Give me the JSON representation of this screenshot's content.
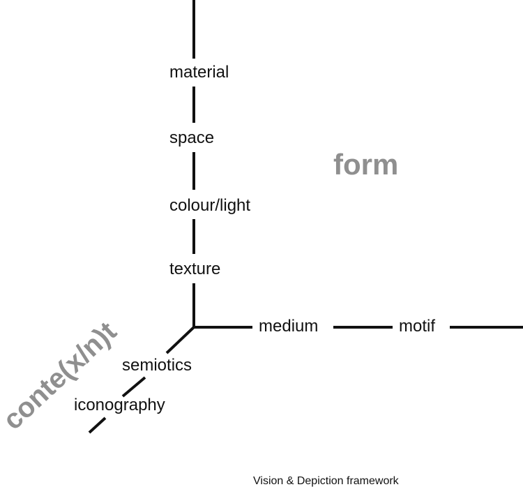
{
  "vertical_axis": {
    "terms": [
      "material",
      "space",
      "colour/light",
      "texture"
    ]
  },
  "horizontal_axis": {
    "terms": [
      "medium",
      "motif"
    ]
  },
  "diagonal_axis": {
    "terms": [
      "semiotics",
      "iconography"
    ]
  },
  "dimension_labels": {
    "form": "form",
    "context": "conte(x/n)t"
  },
  "caption": "Vision & Depiction framework",
  "colors": {
    "axis_line": "#111111",
    "term_text": "#111111",
    "dimension_label": "#8f8f8f",
    "background": "#ffffff"
  }
}
